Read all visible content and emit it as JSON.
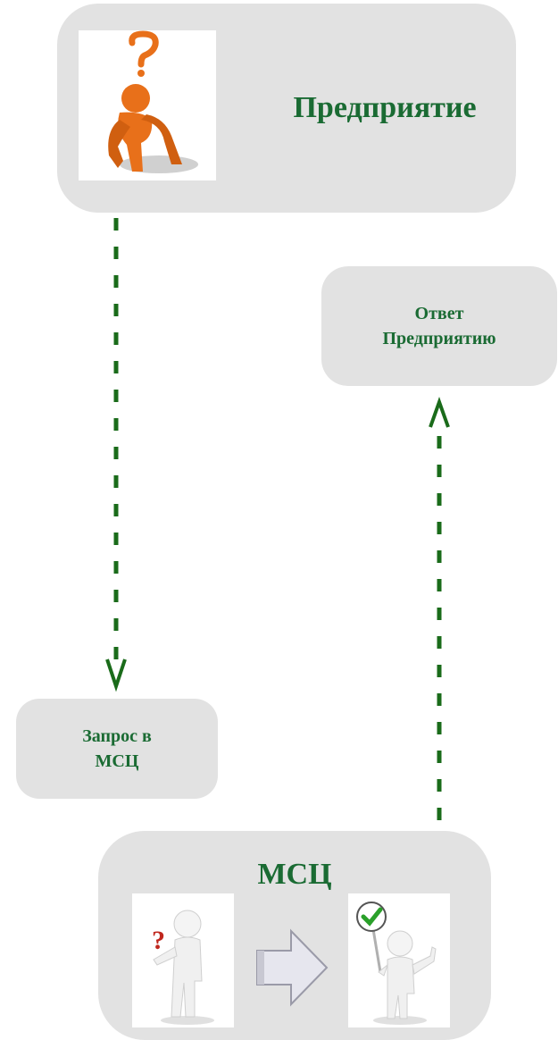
{
  "enterprise": {
    "title": "Предприятие"
  },
  "answer": {
    "line1": "Ответ",
    "line2": "Предприятию"
  },
  "request": {
    "line1": "Запрос в",
    "line2": "МСЦ"
  },
  "msc": {
    "title": "МСЦ"
  },
  "colors": {
    "box_fill": "#e2e2e2",
    "text_green": "#1a6b33",
    "arrow_green": "#1a6b1a",
    "figure_orange": "#e8701a"
  },
  "icons": [
    "thinking-person-icon",
    "question-person-icon",
    "block-arrow-icon",
    "approval-person-icon"
  ]
}
